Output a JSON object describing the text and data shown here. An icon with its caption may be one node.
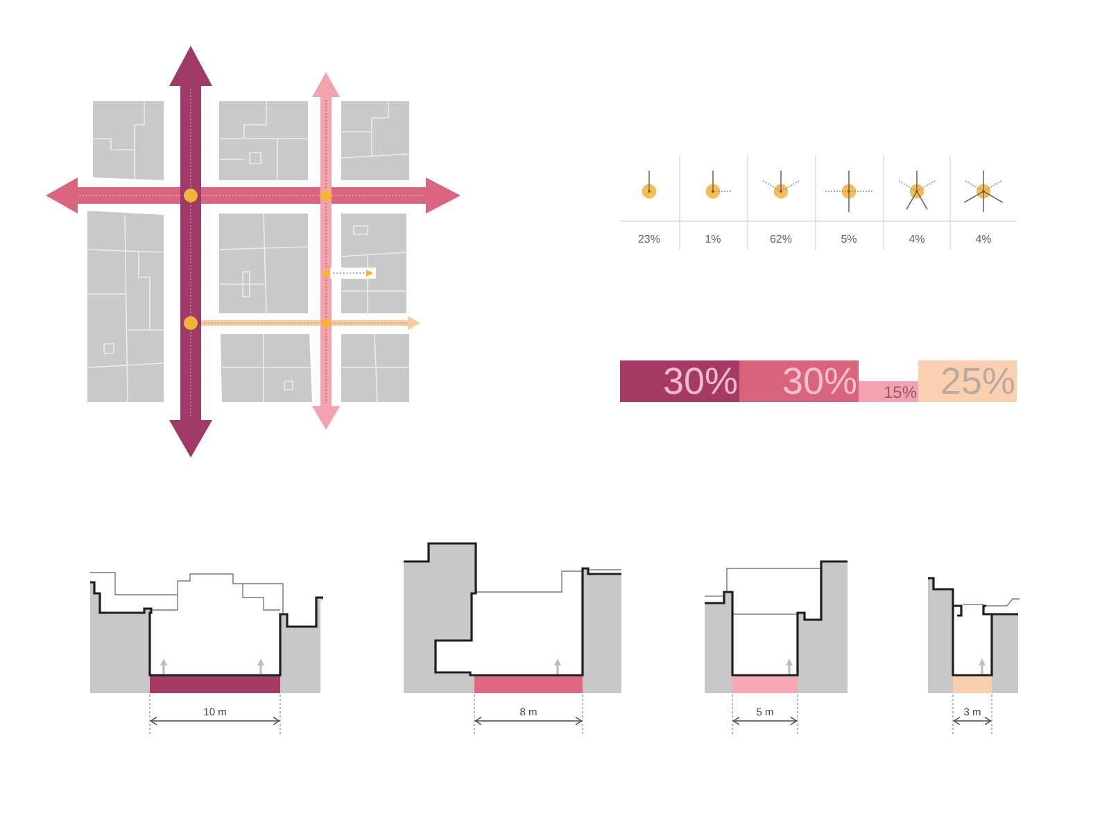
{
  "diagram": {
    "labels": [
      "23%",
      "1%",
      "62%",
      "5%",
      "4%",
      "4%",
      "30%",
      "30%",
      "15%",
      "25%",
      "10 m",
      "8 m",
      "5 m",
      "3 m"
    ]
  }
}
